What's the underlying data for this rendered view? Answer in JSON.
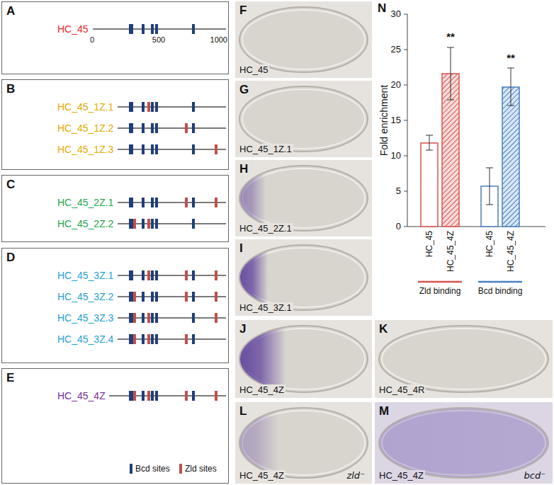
{
  "diagram": {
    "nodes": [
      {
        "text": [
          "A",
          "HC_45"
        ]
      },
      {
        "text": [
          "B",
          "HC_45_1Z.1",
          "HC_45_1Z.2",
          "HC_45_1Z.3"
        ]
      },
      {
        "text": [
          "C",
          "HC_45_2Z.1",
          "HC_45_2Z.2"
        ]
      },
      {
        "text": [
          "D",
          "HC_45_3Z.1",
          "HC_45_3Z.2",
          "HC_45_3Z.3",
          "HC_45_3Z.4"
        ]
      },
      {
        "text": [
          "E",
          "HC_45_4Z"
        ]
      },
      {
        "text": [
          "F",
          "HC_45"
        ]
      },
      {
        "text": [
          "G",
          "HC_45_1Z.1"
        ]
      },
      {
        "text": [
          "H",
          "HC_45_2Z.1"
        ]
      },
      {
        "text": [
          "I",
          "HC_45_3Z.1"
        ]
      },
      {
        "text": [
          "J",
          "HC_45_4Z"
        ]
      },
      {
        "text": [
          "K",
          "HC_45_4R"
        ]
      },
      {
        "text": [
          "L",
          "HC_45_4Z",
          "zld⁻"
        ]
      },
      {
        "text": [
          "M",
          "HC_45_4Z",
          "bcd⁻"
        ]
      }
    ],
    "labels": [
      "0",
      "500",
      "1000",
      "N",
      "30",
      "25",
      "20",
      "15",
      "10",
      "5",
      "0",
      "Fold enrichment",
      "**",
      "**",
      "HC_45",
      "HC_45_4Z",
      "HC_45",
      "HC_45_4Z",
      "Zld binding",
      "Bcd binding"
    ],
    "legend": [
      {
        "text": "Bcd sites",
        "color": "#1f3f7a"
      },
      {
        "text": "Zld sites",
        "color": "#c0504d"
      }
    ]
  }
}
